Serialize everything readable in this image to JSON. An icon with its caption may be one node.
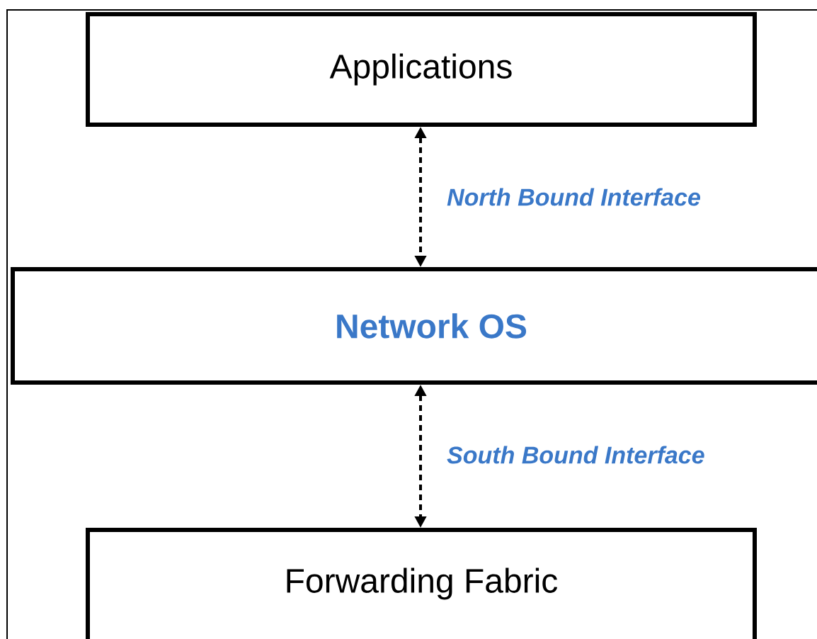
{
  "diagram": {
    "nodes": [
      {
        "text": [
          "Applications"
        ]
      },
      {
        "text": [
          "Network OS"
        ]
      },
      {
        "text": [
          "Forwarding Fabric"
        ]
      }
    ],
    "edges": [
      {
        "from": 0,
        "to": 1,
        "arrow": "both",
        "style": "dashed",
        "label": "North Bound Interface"
      },
      {
        "from": 1,
        "to": 2,
        "arrow": "both",
        "style": "dashed",
        "label": "South Bound Interface"
      }
    ]
  }
}
